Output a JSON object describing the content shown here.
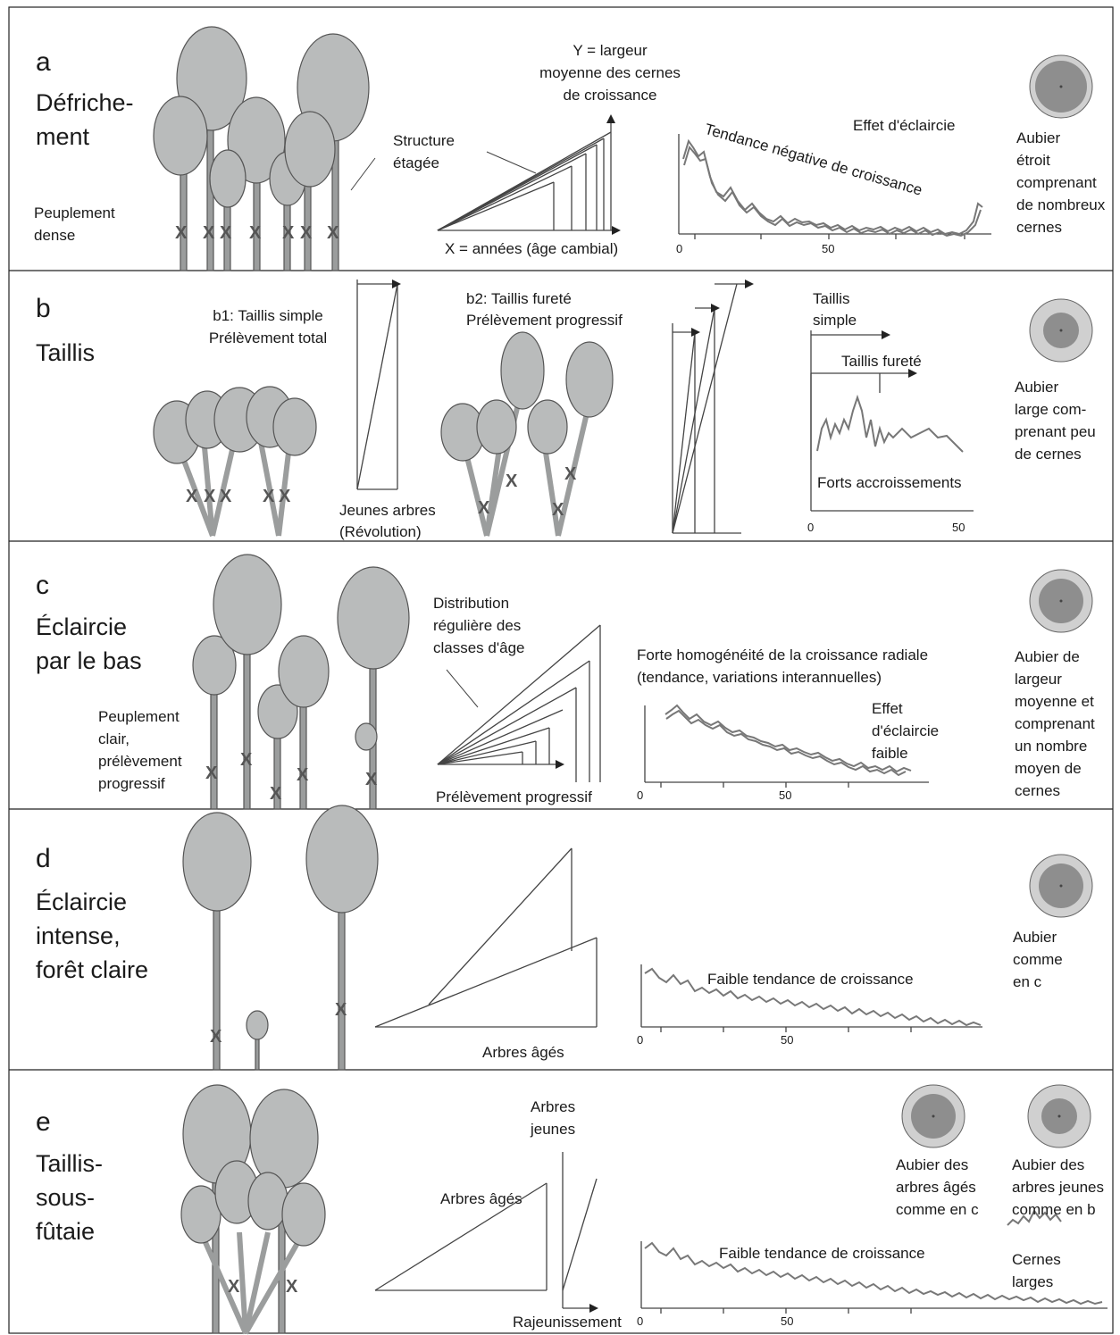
{
  "colors": {
    "canopy": "#b9bbbb",
    "trunk": "#9b9d9d",
    "grid": "#444444",
    "ring_outer": "#cccccc",
    "ring_inner": "#8e8e8e",
    "curve": "#777777"
  },
  "panel_a": {
    "letter": "a",
    "title_1": "Défriche-",
    "title_2": "ment",
    "stand_1": "Peuplement",
    "stand_2": "dense",
    "struct_1": "Structure",
    "struct_2": "étagée",
    "y_1": "Y = largeur",
    "y_2": "moyenne des cernes",
    "y_3": "de croissance",
    "x_label": "X = années (âge cambial)",
    "trend": "Tendance négative de croissance",
    "effect": "Effet d'éclaircie",
    "tick_0": "0",
    "tick_50": "50",
    "sap_1": "Aubier",
    "sap_2": "étroit",
    "sap_3": "comprenant",
    "sap_4": "de nombreux",
    "sap_5": "cernes"
  },
  "panel_b": {
    "letter": "b",
    "title": "Taillis",
    "b1_1": "b1: Taillis simple",
    "b1_2": "Prélèvement total",
    "b2_1": "b2: Taillis fureté",
    "b2_2": "Prélèvement progressif",
    "young_1": "Jeunes arbres",
    "young_2": "(Révolution)",
    "simple_1": "Taillis",
    "simple_2": "simple",
    "furete": "Taillis fureté",
    "forts": "Forts accroissements",
    "tick_0": "0",
    "tick_50": "50",
    "sap_1": "Aubier",
    "sap_2": "large com-",
    "sap_3": "prenant peu",
    "sap_4": "de cernes"
  },
  "panel_c": {
    "letter": "c",
    "title_1": "Éclaircie",
    "title_2": "par le bas",
    "stand_1": "Peuplement",
    "stand_2": "clair,",
    "stand_3": "prélèvement",
    "stand_4": "progressif",
    "dist_1": "Distribution",
    "dist_2": "régulière des",
    "dist_3": "classes d'âge",
    "homog_1": "Forte homogénéité de la croissance radiale",
    "homog_2": "(tendance, variations interannuelles)",
    "effect_1": "Effet",
    "effect_2": "d'éclaircie",
    "effect_3": "faible",
    "prelev": "Prélèvement progressif",
    "tick_0": "0",
    "tick_50": "50",
    "sap_1": "Aubier de",
    "sap_2": "largeur",
    "sap_3": "moyenne et",
    "sap_4": "comprenant",
    "sap_5": "un nombre",
    "sap_6": "moyen de",
    "sap_7": "cernes"
  },
  "panel_d": {
    "letter": "d",
    "title_1": "Éclaircie",
    "title_2": "intense,",
    "title_3": "forêt claire",
    "trend": "Faible tendance de croissance",
    "old": "Arbres âgés",
    "tick_0": "0",
    "tick_50": "50",
    "sap_1": "Aubier",
    "sap_2": "comme",
    "sap_3": "en c"
  },
  "panel_e": {
    "letter": "e",
    "title_1": "Taillis-",
    "title_2": "sous-",
    "title_3": "fûtaie",
    "young_1": "Arbres",
    "young_2": "jeunes",
    "old": "Arbres âgés",
    "rejuv": "Rajeunissement",
    "trend": "Faible tendance de croissance",
    "sap_old_1": "Aubier des",
    "sap_old_2": "arbres âgés",
    "sap_old_3": "comme en c",
    "sap_young_1": "Aubier des",
    "sap_young_2": "arbres jeunes",
    "sap_young_3": "comme en b",
    "rings_1": "Cernes",
    "rings_2": "larges",
    "tick_0": "0",
    "tick_50": "50"
  }
}
